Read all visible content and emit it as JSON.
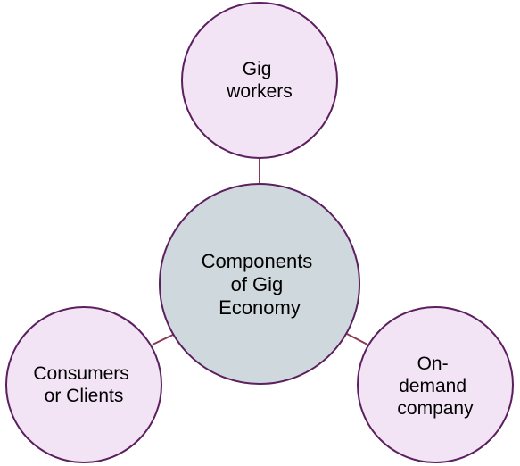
{
  "diagram": {
    "center": {
      "lines": [
        "Components",
        "of Gig",
        "Economy"
      ]
    },
    "nodes": {
      "top": {
        "lines": [
          "Gig",
          "workers"
        ]
      },
      "bottom_left": {
        "lines": [
          "Consumers",
          "or Clients"
        ]
      },
      "bottom_right": {
        "lines": [
          "On-",
          "demand",
          "company"
        ]
      }
    }
  },
  "colors": {
    "center_fill": "#cfd8dc",
    "satellite_fill": "#f2e3f5",
    "stroke": "#5c1f5f",
    "connector": "#8a3a55"
  }
}
